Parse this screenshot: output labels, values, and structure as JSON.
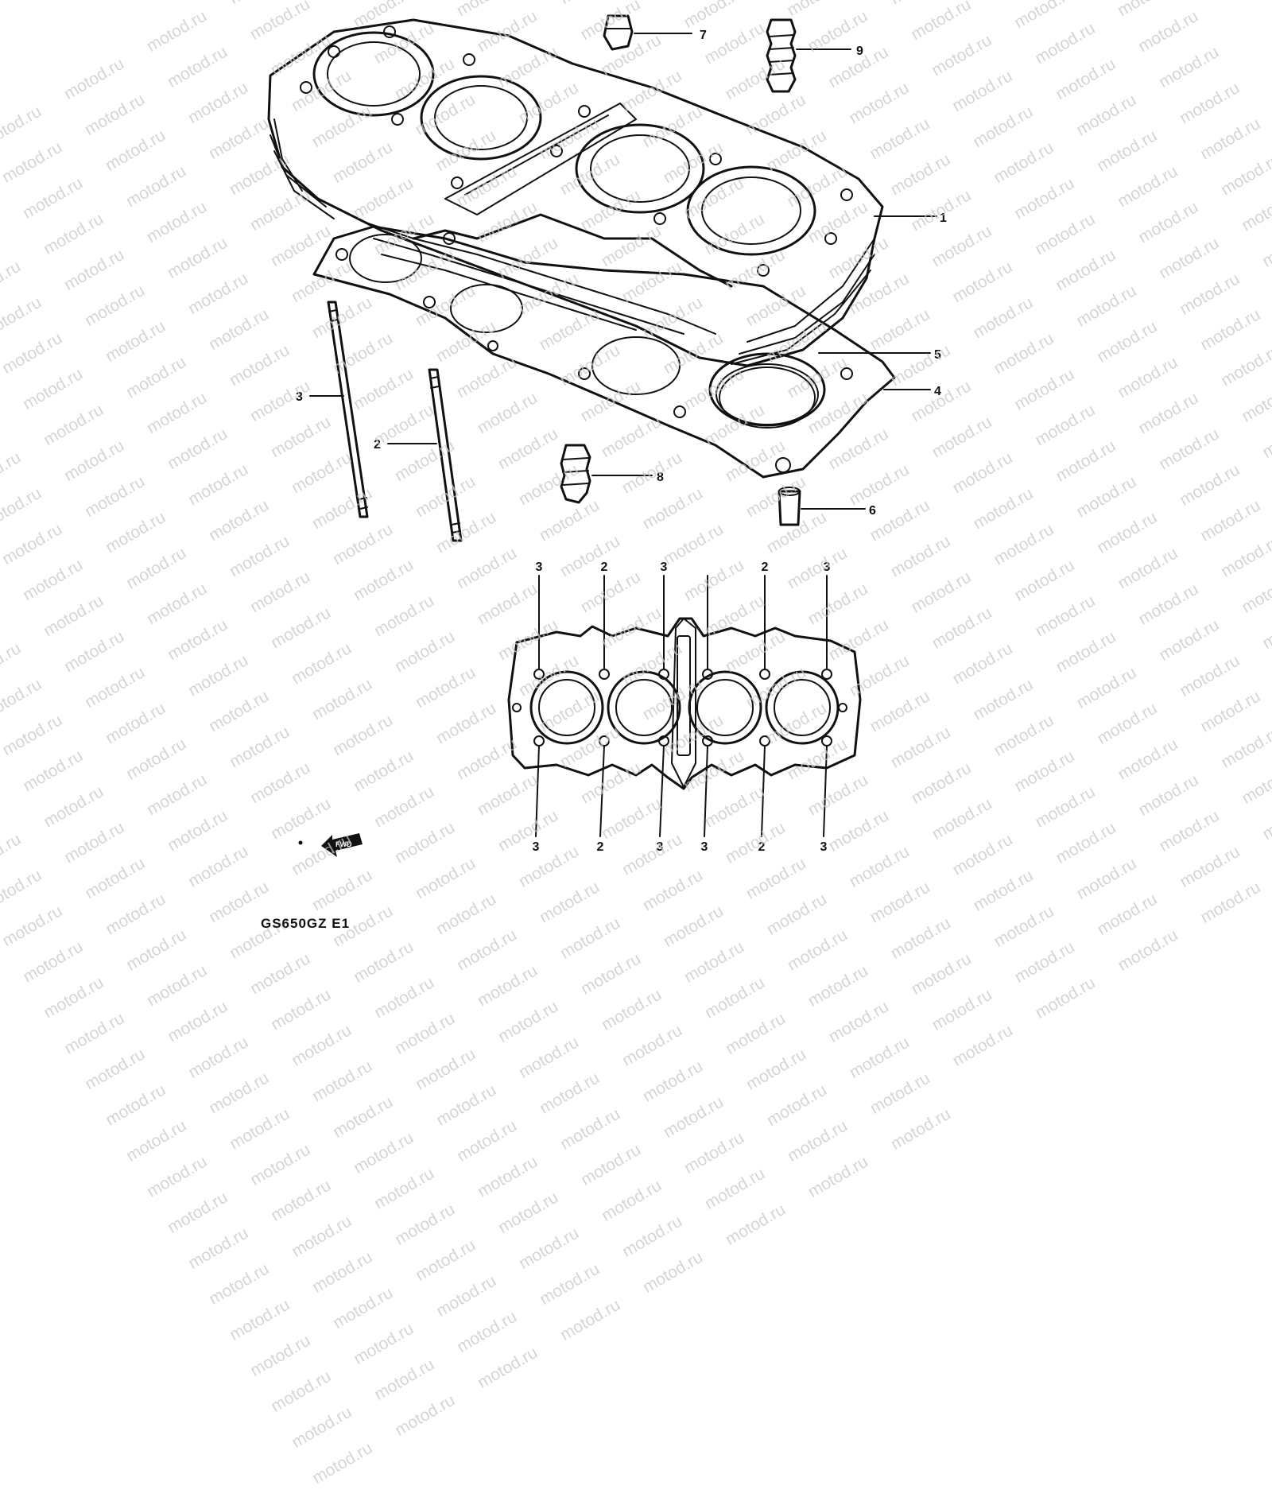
{
  "callouts": {
    "part_1": "1",
    "part_2": "2",
    "part_3": "3",
    "part_4": "4",
    "part_5": "5",
    "part_6": "6",
    "part_7": "7",
    "part_8": "8",
    "part_9": "9"
  },
  "bolt_pattern": {
    "top": [
      "3",
      "2",
      "3",
      "",
      "2",
      "3"
    ],
    "bottom": [
      "3",
      "2",
      "3",
      "3",
      "2",
      "3"
    ]
  },
  "watermark": "motod.ru",
  "model_code": "GS650GZ E1",
  "front_arrow": "FWD"
}
